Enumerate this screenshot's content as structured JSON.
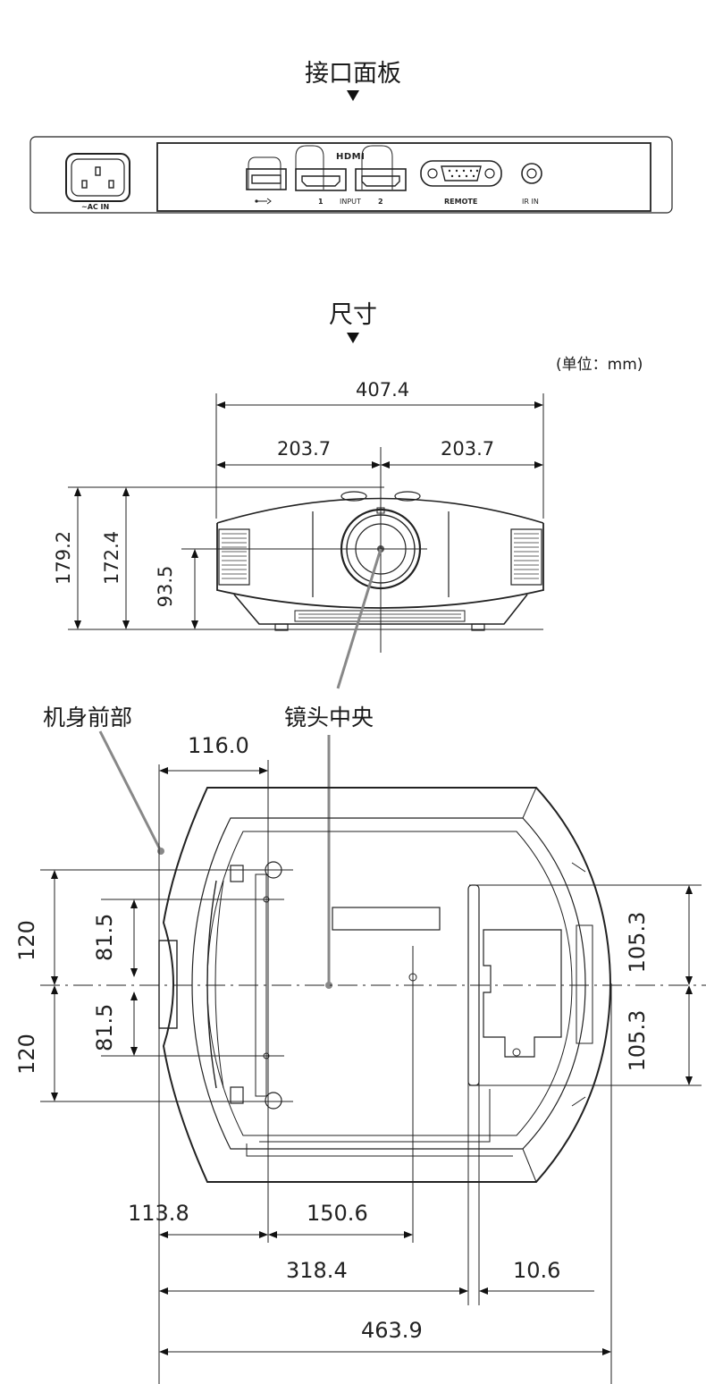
{
  "panel": {
    "heading": "接口面板",
    "labels": {
      "ac_in": "~AC IN",
      "hdmi_logo": "HDMI",
      "input_1": "1",
      "input_word": "INPUT",
      "input_2": "2",
      "remote": "REMOTE",
      "ir_in": "IR IN"
    }
  },
  "dimensions": {
    "heading": "尺寸",
    "unit_note": "(单位：mm)",
    "front": {
      "overall_width": "407.4",
      "half_left": "203.7",
      "half_right": "203.7",
      "height_total": "179.2",
      "height_body": "172.4",
      "lens_height": "93.5"
    },
    "callouts": {
      "body_front": "机身前部",
      "lens_center": "镜头中央"
    },
    "bottom": {
      "foot_offset": "116.0",
      "left_upper": "120",
      "left_lower": "120",
      "inner_upper": "81.5",
      "inner_lower": "81.5",
      "right_upper": "105.3",
      "right_lower": "105.3",
      "b1": "113.8",
      "b2": "150.6",
      "b3": "318.4",
      "b4": "10.6",
      "b5": "463.9"
    }
  }
}
